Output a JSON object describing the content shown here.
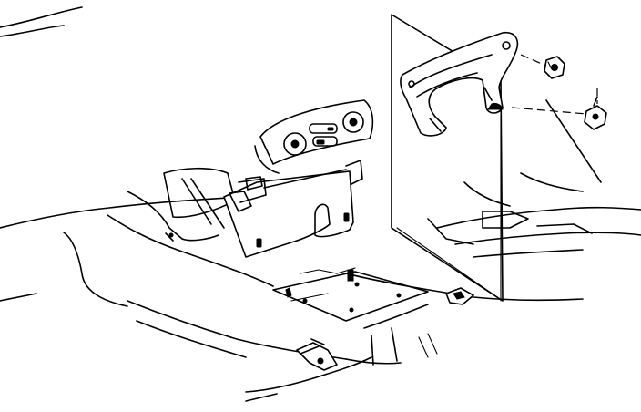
{
  "figure": {
    "description_text": "",
    "components": [
      "floor-panel",
      "instrument-panel-controls",
      "center-console-bracket",
      "rear-bracket",
      "nut",
      "bolt",
      "seat-belt-buckle"
    ]
  }
}
